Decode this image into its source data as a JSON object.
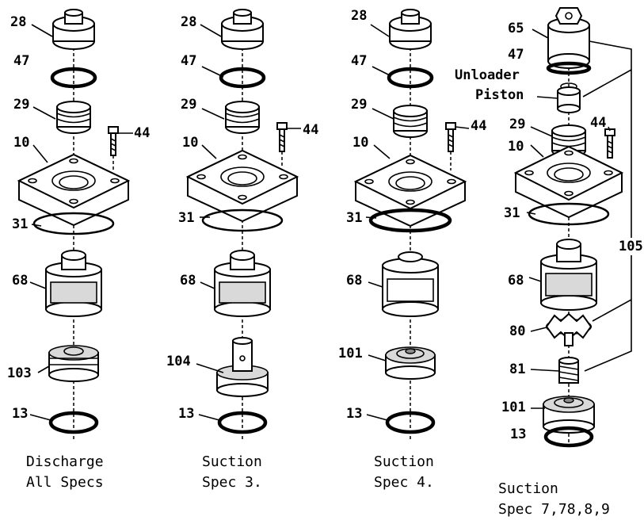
{
  "diagram": {
    "columns": [
      {
        "id": "discharge",
        "caption_line1": "Discharge",
        "caption_line2": "All Specs",
        "labels": {
          "plug": "28",
          "oring_top": "47",
          "spring": "29",
          "bolt": "44",
          "plate": "10",
          "gasket": "31",
          "cage": "68",
          "valve": "103",
          "seat_ring": "13"
        }
      },
      {
        "id": "suction-spec-3",
        "caption_line1": "Suction",
        "caption_line2": "Spec 3.",
        "labels": {
          "plug": "28",
          "oring_top": "47",
          "spring": "29",
          "bolt": "44",
          "plate": "10",
          "gasket": "31",
          "cage": "68",
          "valve": "104",
          "seat_ring": "13"
        }
      },
      {
        "id": "suction-spec-4",
        "caption_line1": "Suction",
        "caption_line2": "Spec 4.",
        "labels": {
          "plug": "28",
          "oring_top": "47",
          "spring": "29",
          "bolt": "44",
          "plate": "10",
          "gasket": "31",
          "cage": "68",
          "valve": "101",
          "seat_ring": "13"
        }
      },
      {
        "id": "suction-spec-7-8-9",
        "caption_line1": "Suction",
        "caption_line2": "Spec 7,78,8,9",
        "labels": {
          "plug": "65",
          "oring_top": "47",
          "unloader_line1": "Unloader",
          "unloader_line2": "Piston",
          "spring": "29",
          "bolt": "44",
          "plate": "10",
          "gasket": "31",
          "cage": "68",
          "star": "80",
          "small_spring": "81",
          "valve": "101",
          "seat_ring": "13",
          "assembly": "105"
        }
      }
    ]
  }
}
